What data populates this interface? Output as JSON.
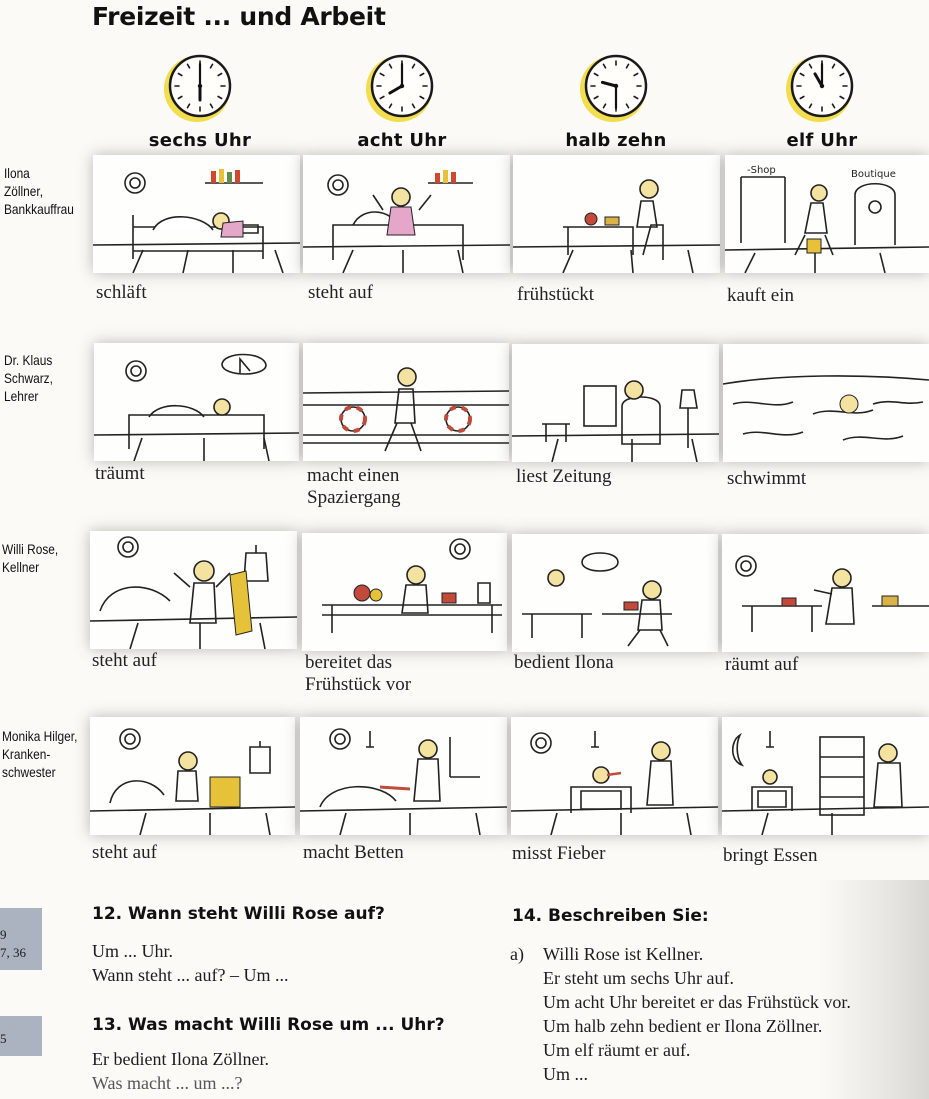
{
  "title": "Freizeit ... und Arbeit",
  "times": [
    {
      "label": "sechs Uhr",
      "hour": 6,
      "minute": 0
    },
    {
      "label": "acht Uhr",
      "hour": 8,
      "minute": 0
    },
    {
      "label": "halb zehn",
      "hour": 9,
      "minute": 30
    },
    {
      "label": "elf Uhr",
      "hour": 11,
      "minute": 0
    }
  ],
  "rows": [
    {
      "person": [
        "Ilona",
        "Zöllner,",
        "Bankkauffrau"
      ],
      "captions": [
        [
          "schläft"
        ],
        [
          "steht auf"
        ],
        [
          "frühstückt"
        ],
        [
          "kauft ein"
        ]
      ]
    },
    {
      "person": [
        "Dr. Klaus",
        "Schwarz,",
        "Lehrer"
      ],
      "captions": [
        [
          "träumt"
        ],
        [
          "macht einen",
          "Spaziergang"
        ],
        [
          "liest Zeitung"
        ],
        [
          "schwimmt"
        ]
      ]
    },
    {
      "person": [
        "Willi Rose,",
        "Kellner"
      ],
      "captions": [
        [
          "steht auf"
        ],
        [
          "bereitet das",
          "Frühstück vor"
        ],
        [
          "bedient Ilona"
        ],
        [
          "räumt auf"
        ]
      ]
    },
    {
      "person": [
        "Monika Hilger,",
        "Kranken-",
        "schwester"
      ],
      "captions": [
        [
          "steht auf"
        ],
        [
          "macht Betten"
        ],
        [
          "misst Fieber"
        ],
        [
          "bringt Essen"
        ]
      ]
    }
  ],
  "panel_signs": {
    "shop": "-Shop",
    "boutique": "Boutique"
  },
  "sidebar": {
    "ref1_line1": "9",
    "ref1_line2": "7, 36",
    "ref2": "5"
  },
  "exercises": {
    "ex12": {
      "heading": "12. Wann steht Willi Rose auf?",
      "lines": [
        "Um ... Uhr.",
        "Wann steht ... auf? – Um ..."
      ]
    },
    "ex13": {
      "heading": "13. Was macht Willi Rose um ... Uhr?",
      "lines": [
        "Er bedient Ilona Zöllner.",
        "Was macht ... um ...?"
      ]
    },
    "ex14": {
      "heading": "14. Beschreiben Sie:",
      "item_label": "a)",
      "lines": [
        "Willi Rose ist Kellner.",
        "Er steht um sechs Uhr auf.",
        "Um acht Uhr bereitet er das Frühstück vor.",
        "Um halb zehn bedient er Ilona Zöllner.",
        "Um elf räumt er auf.",
        "Um ..."
      ]
    }
  },
  "colors": {
    "clock_yellow": "#f2dd4e",
    "page": "#fbfaf6",
    "sidebar_box": "#aab3bf"
  }
}
